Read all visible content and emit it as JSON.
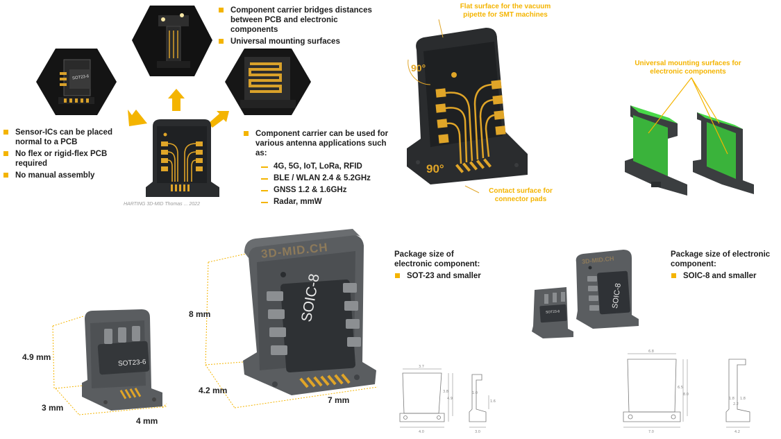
{
  "top_left": {
    "bullets_top": [
      "Component carrier bridges distances between PCB and electronic components",
      "Universal mounting surfaces"
    ],
    "bullets_left": [
      "Sensor-ICs can be placed normal to a PCB",
      "No flex or rigid-flex PCB required",
      "No manual assembly"
    ],
    "bullets_right_intro": "Component carrier can be used for various antenna applications such as:",
    "antenna_apps": [
      "4G, 5G, IoT, LoRa, RFID",
      "BLE / WLAN 2.4 & 5.2GHz",
      "GNSS 1.2 & 1.6GHz",
      "Radar, mmW"
    ],
    "hex_left_chip_label": "SOT23-6",
    "footer_fragment": "HARTING 3D-MID  Thomas ...  2022"
  },
  "top_middle": {
    "label_top": "Flat surface for the vacuum pipette for SMT machines",
    "label_bottom": "Contact surface for connector pads",
    "angle_top": "90°",
    "angle_bottom": "90°"
  },
  "top_right": {
    "label": "Universal mounting surfaces for electronic components"
  },
  "bottom_left": {
    "chip_label": "SOT23-6",
    "dim_height": "4.9 mm",
    "dim_depth": "3 mm",
    "dim_width": "4 mm"
  },
  "bottom_middle": {
    "top_text": "3D-MID.CH",
    "chip_label": "SOIC-8",
    "dim_height": "8 mm",
    "dim_depth": "4.2 mm",
    "dim_width": "7 mm",
    "package_header": "Package size of electronic component:",
    "package_bullet": "SOT-23 and smaller"
  },
  "bottom_right": {
    "top_text": "3D-MID.CH",
    "chip_small_label": "SOT23-6",
    "chip_large_label": "SOIC-8",
    "package_header": "Package size of electronic component:",
    "package_bullet": "SOIC-8 and smaller"
  },
  "drawings": {
    "small_front_top": "3.7",
    "small_front_bottom": "4.0",
    "small_front_h1": "3.8",
    "small_front_h2": "4.9",
    "small_side_a": "1.0",
    "small_side_b": "1.6",
    "small_side_bottom": "3.0",
    "large_front_top": "6.8",
    "large_front_bottom": "7.0",
    "large_front_h1": "6.5",
    "large_front_h2": "8.0",
    "large_side_a": "1.8",
    "large_side_b": "1.8",
    "large_side_c": "2.2",
    "large_side_bottom": "4.2"
  },
  "colors": {
    "accent": "#f4b400",
    "carrier": "#2b2d2f",
    "gold": "#e0a528",
    "green": "#3fd03f",
    "grey_model": "#55585c"
  }
}
